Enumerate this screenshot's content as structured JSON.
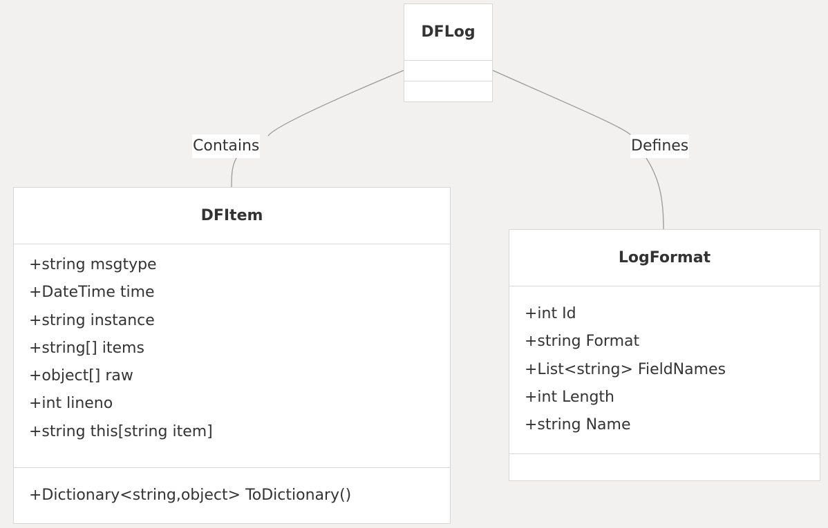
{
  "classes": {
    "dflog": {
      "name": "DFLog",
      "attributes": [],
      "methods": []
    },
    "dfitem": {
      "name": "DFItem",
      "attributes": [
        "+string msgtype",
        "+DateTime time",
        "+string instance",
        "+string[] items",
        "+object[] raw",
        "+int lineno",
        "+string this[string item]"
      ],
      "methods": [
        "+Dictionary<string,object> ToDictionary()"
      ]
    },
    "logformat": {
      "name": "LogFormat",
      "attributes": [
        "+int Id",
        "+string Format",
        "+List<string> FieldNames",
        "+int Length",
        "+string Name"
      ],
      "methods": []
    }
  },
  "relations": [
    {
      "from": "DFLog",
      "to": "DFItem",
      "label": "Contains"
    },
    {
      "from": "DFLog",
      "to": "LogFormat",
      "label": "Defines"
    }
  ],
  "colors": {
    "background": "#f2f1ef",
    "box_fill": "#ffffff",
    "box_border": "#d6d6d6",
    "edge": "#999999",
    "text": "#333333"
  }
}
